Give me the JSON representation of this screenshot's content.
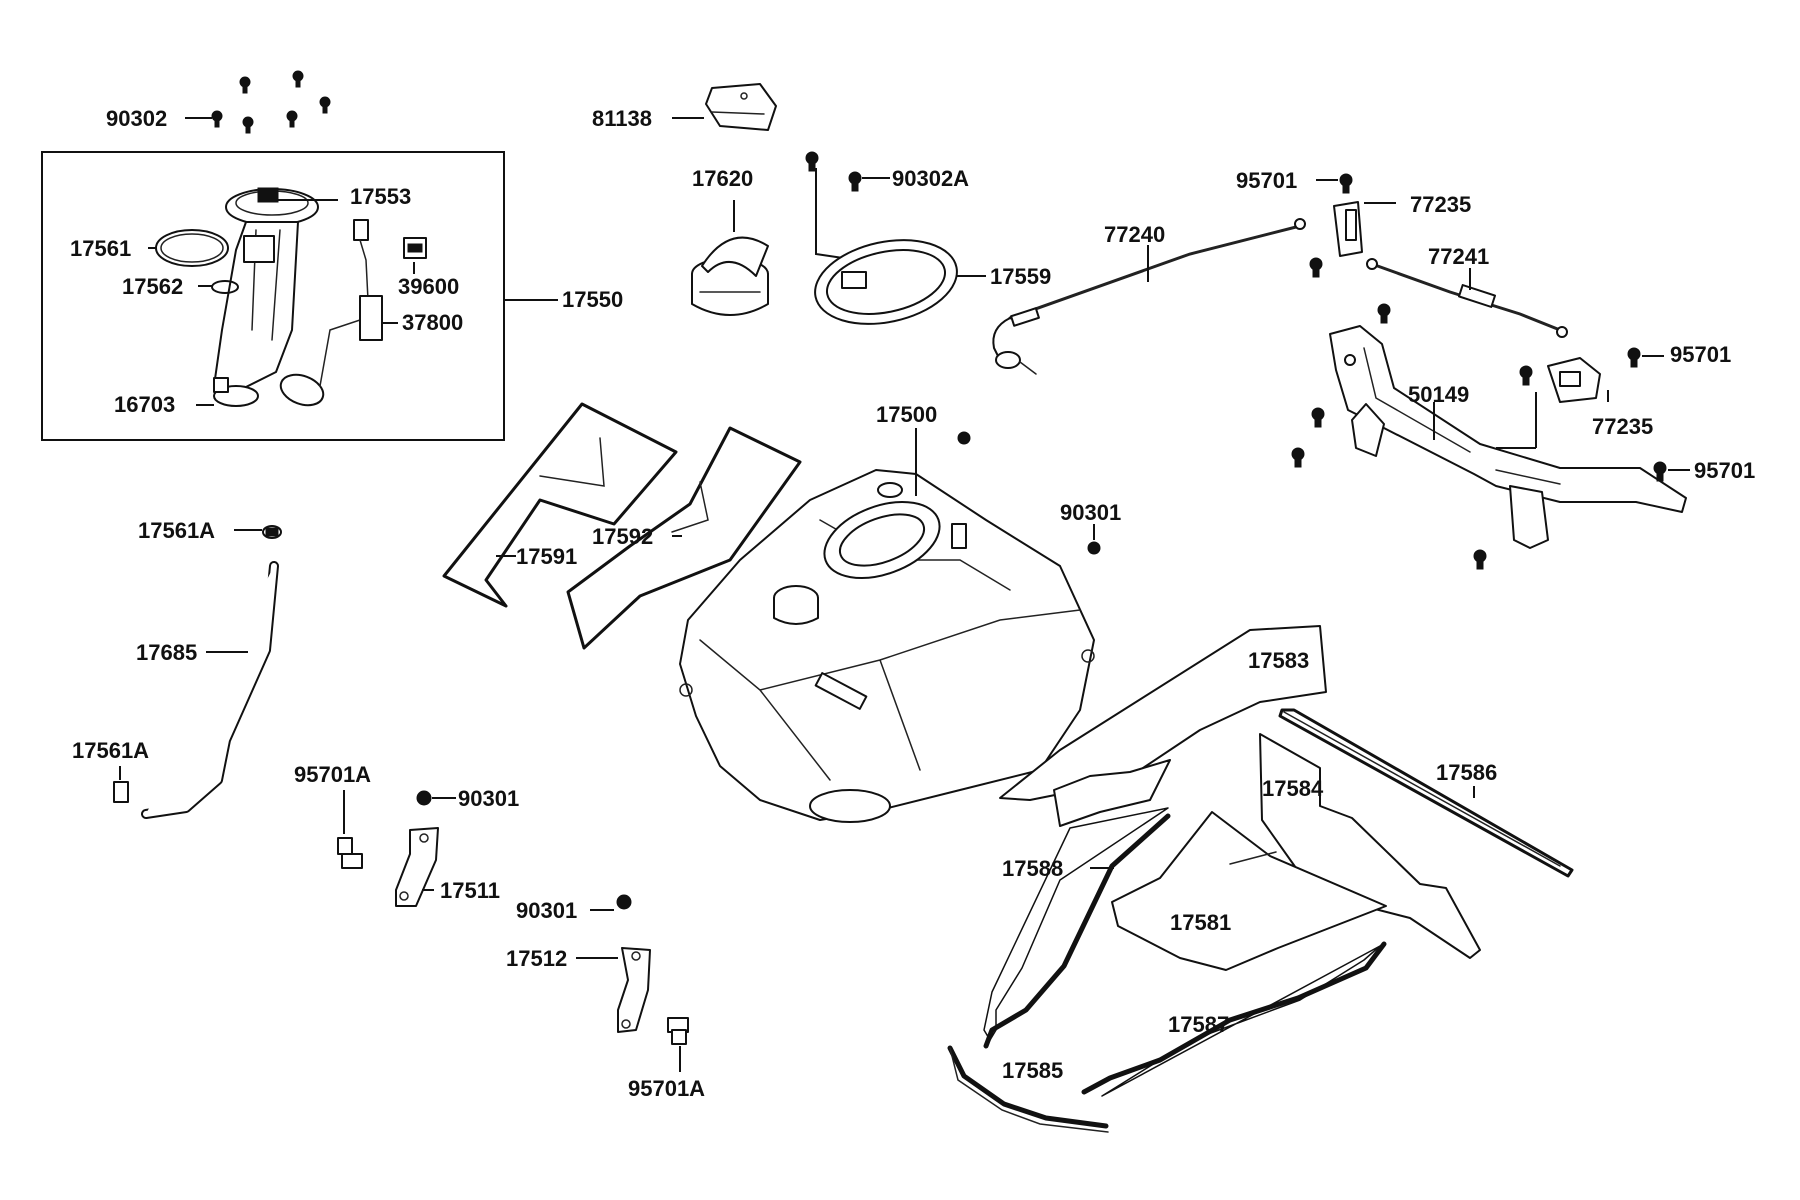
{
  "callouts": {
    "c90302": "90302",
    "c81138": "81138",
    "c17620": "17620",
    "c90302A": "90302A",
    "c17553": "17553",
    "c17561": "17561",
    "c17562": "17562",
    "c39600": "39600",
    "c37800": "37800",
    "c17550": "17550",
    "c16703": "16703",
    "c17559": "17559",
    "c95701_a": "95701",
    "c77235_a": "77235",
    "c77240": "77240",
    "c77241": "77241",
    "c95701_b": "95701",
    "c50149": "50149",
    "c77235_b": "77235",
    "c95701_c": "95701",
    "c17500": "17500",
    "c17561A_a": "17561A",
    "c17591": "17591",
    "c17592": "17592",
    "c90301_a": "90301",
    "c17685": "17685",
    "c17583": "17583",
    "c17586": "17586",
    "c17561A_b": "17561A",
    "c95701A_a": "95701A",
    "c90301_b": "90301",
    "c17584": "17584",
    "c17588": "17588",
    "c17511": "17511",
    "c90301_c": "90301",
    "c17581": "17581",
    "c17512": "17512",
    "c17587": "17587",
    "c17585": "17585",
    "c95701A_b": "95701A"
  }
}
